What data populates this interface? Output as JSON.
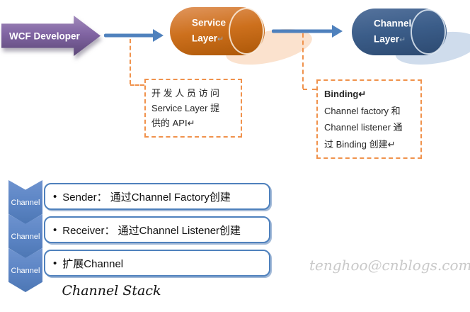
{
  "flow": {
    "developer_arrow": {
      "label": "WCF Developer"
    },
    "arrows": [
      {
        "name": "developer-to-service"
      },
      {
        "name": "service-to-channel"
      }
    ],
    "cylinders": [
      {
        "name": "service-layer",
        "line1": "Service",
        "line2": "Layer",
        "return_mark": "↵"
      },
      {
        "name": "channel-layer",
        "line1": "Channel",
        "line2": "Layer",
        "return_mark": "↵"
      }
    ]
  },
  "notes": {
    "left": {
      "lines": [
        "开 发 人 员 访 问",
        "Service Layer 提",
        "供的 API↵"
      ]
    },
    "right": {
      "title": "Binding↵",
      "lines": [
        "Channel factory 和",
        "Channel listener 通",
        "过 Binding 创建↵"
      ]
    }
  },
  "stack": {
    "bullet": "•",
    "rows": [
      {
        "chevron": "Channel",
        "text": "Sender： 通过Channel Factory创建"
      },
      {
        "chevron": "Channel",
        "text": "Receiver： 通过Channel Listener创建"
      },
      {
        "chevron": "Channel",
        "text": "扩展Channel"
      }
    ],
    "caption": "Channel Stack"
  },
  "watermark": "tenghoo@cnblogs.com",
  "colors": {
    "accent_blue": "#4f81bd",
    "chevron_blue": "#5b84c4",
    "cylinder_orange": "#cd701d",
    "cylinder_blue": "#3b5d89",
    "arrow_purple": "#8064a2",
    "dashed_orange": "#f0924c",
    "orange_shadow": "#fbe2ce",
    "blue_shadow": "#cfdcec",
    "watermark_gray": "#c9c9c9"
  }
}
